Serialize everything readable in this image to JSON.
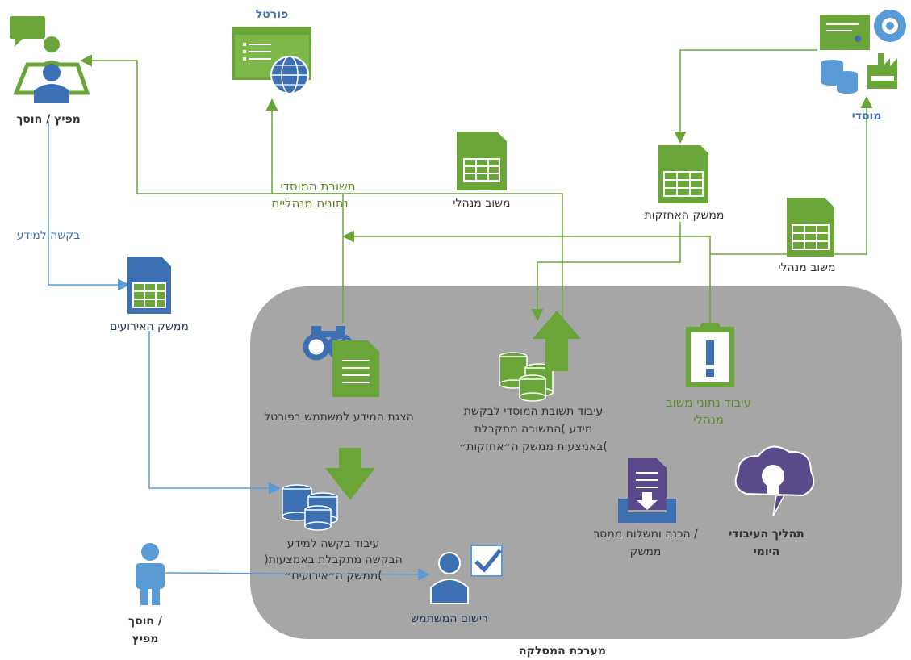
{
  "labels": {
    "publisher_top": "מפיץ / חוסך",
    "portal": "פורטל",
    "institutional": "מוסדי",
    "institutional_response": "תשובת המוסדי",
    "managerial_data": "נתונים מנהליים",
    "managerial_feedback_mid": "משוב מנהלי",
    "holdings_interface": "ממשק האחזקות",
    "managerial_feedback_right": "משוב מנהלי",
    "info_request": "בקשה למידע",
    "events_interface": "ממשק האירועים",
    "display_info": "הצגת המידע למשתמש בפורטל",
    "process_response_1": "עיבוד תשובת המוסדי לבקשת",
    "process_response_2": "מידע )התשובה מתקבלת",
    "process_response_3": "באמצעות ממשק ה״אחזקות״(",
    "process_feedback_1": "עיבוד נתוני משוב",
    "process_feedback_2": "מנהלי",
    "daily_process_1": "תהליך העיבודי",
    "daily_process_2": "היומי",
    "prepare_1": "הכנה ומשלוח ממסר /",
    "prepare_2": "ממשק",
    "process_request_1": "עיבוד בקשה למידע",
    "process_request_2": ")הבקשה מתקבלת באמצעות",
    "process_request_3": "ממשק ה״אירועים״(",
    "user_registration": "רישום המשתמש",
    "saver_bottom_1": "חוסך /",
    "saver_bottom_2": "מפיץ",
    "system": "מערכת המסלקה"
  },
  "colors": {
    "green": "#6aa53a",
    "green_dark": "#5e8c2a",
    "blue": "#3d6fb3",
    "blue_light": "#5b9bd5",
    "gray_panel": "#a6a6a6",
    "purple": "#5b4a8b"
  },
  "icons": [
    "users-icon",
    "portal-icon",
    "factory-icon",
    "spreadsheet-icon",
    "binoculars-icon",
    "document-icon",
    "database-icon",
    "arrow-up-icon",
    "arrow-down-icon",
    "clipboard-alert-icon",
    "cloud-bulb-icon",
    "inbox-download-icon",
    "user-icon",
    "user-check-icon"
  ]
}
